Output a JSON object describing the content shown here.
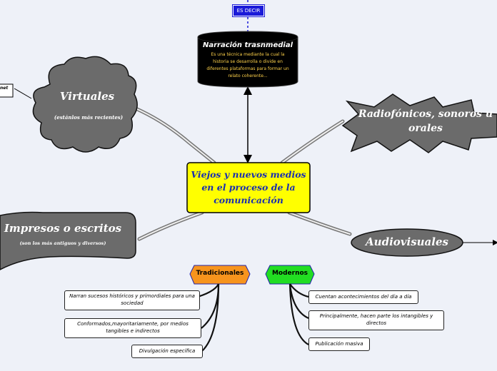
{
  "top_tag": {
    "label": "ES DECIR"
  },
  "narracion": {
    "title": "Narración trasnmedial",
    "description": "Es una técnica mediante la cual la historia se desarrolla o divide en diferentes plataformas para formar un relato coherente..."
  },
  "center": {
    "title": "Viejos y nuevos medios en el proceso de la comunicación"
  },
  "virtuales": {
    "title": "Virtuales",
    "subtitle": "(estánlos más recientes)"
  },
  "radio": {
    "title": "Radiofónicos, sonoros u orales"
  },
  "impresos": {
    "title": "Impresos o escritos",
    "subtitle": "(son los más antiguos y diversos)"
  },
  "audiovisuales": {
    "title": "Audiovisuales"
  },
  "left_fragment": {
    "label": "net"
  },
  "tradicionales": {
    "label": "Tradicionales",
    "color": "#f7941d",
    "items": [
      "Narran sucesos históricos y primordiales para una sociedad",
      "Conformados,mayoritariamente, por medios tangibles e indirectos",
      "Divulgación específica"
    ]
  },
  "modernos": {
    "label": "Modernos",
    "color": "#22dd22",
    "items": [
      "Cuentan acontecimientos del día a día",
      "Principalmente, hacen parte los intangibles y directos",
      "Publicación masiva"
    ]
  },
  "colors": {
    "center_fill": "#ffff00",
    "node_fill": "#6b6b6b",
    "tag_blue": "#1a1ad8",
    "narr_fill": "#000000"
  }
}
